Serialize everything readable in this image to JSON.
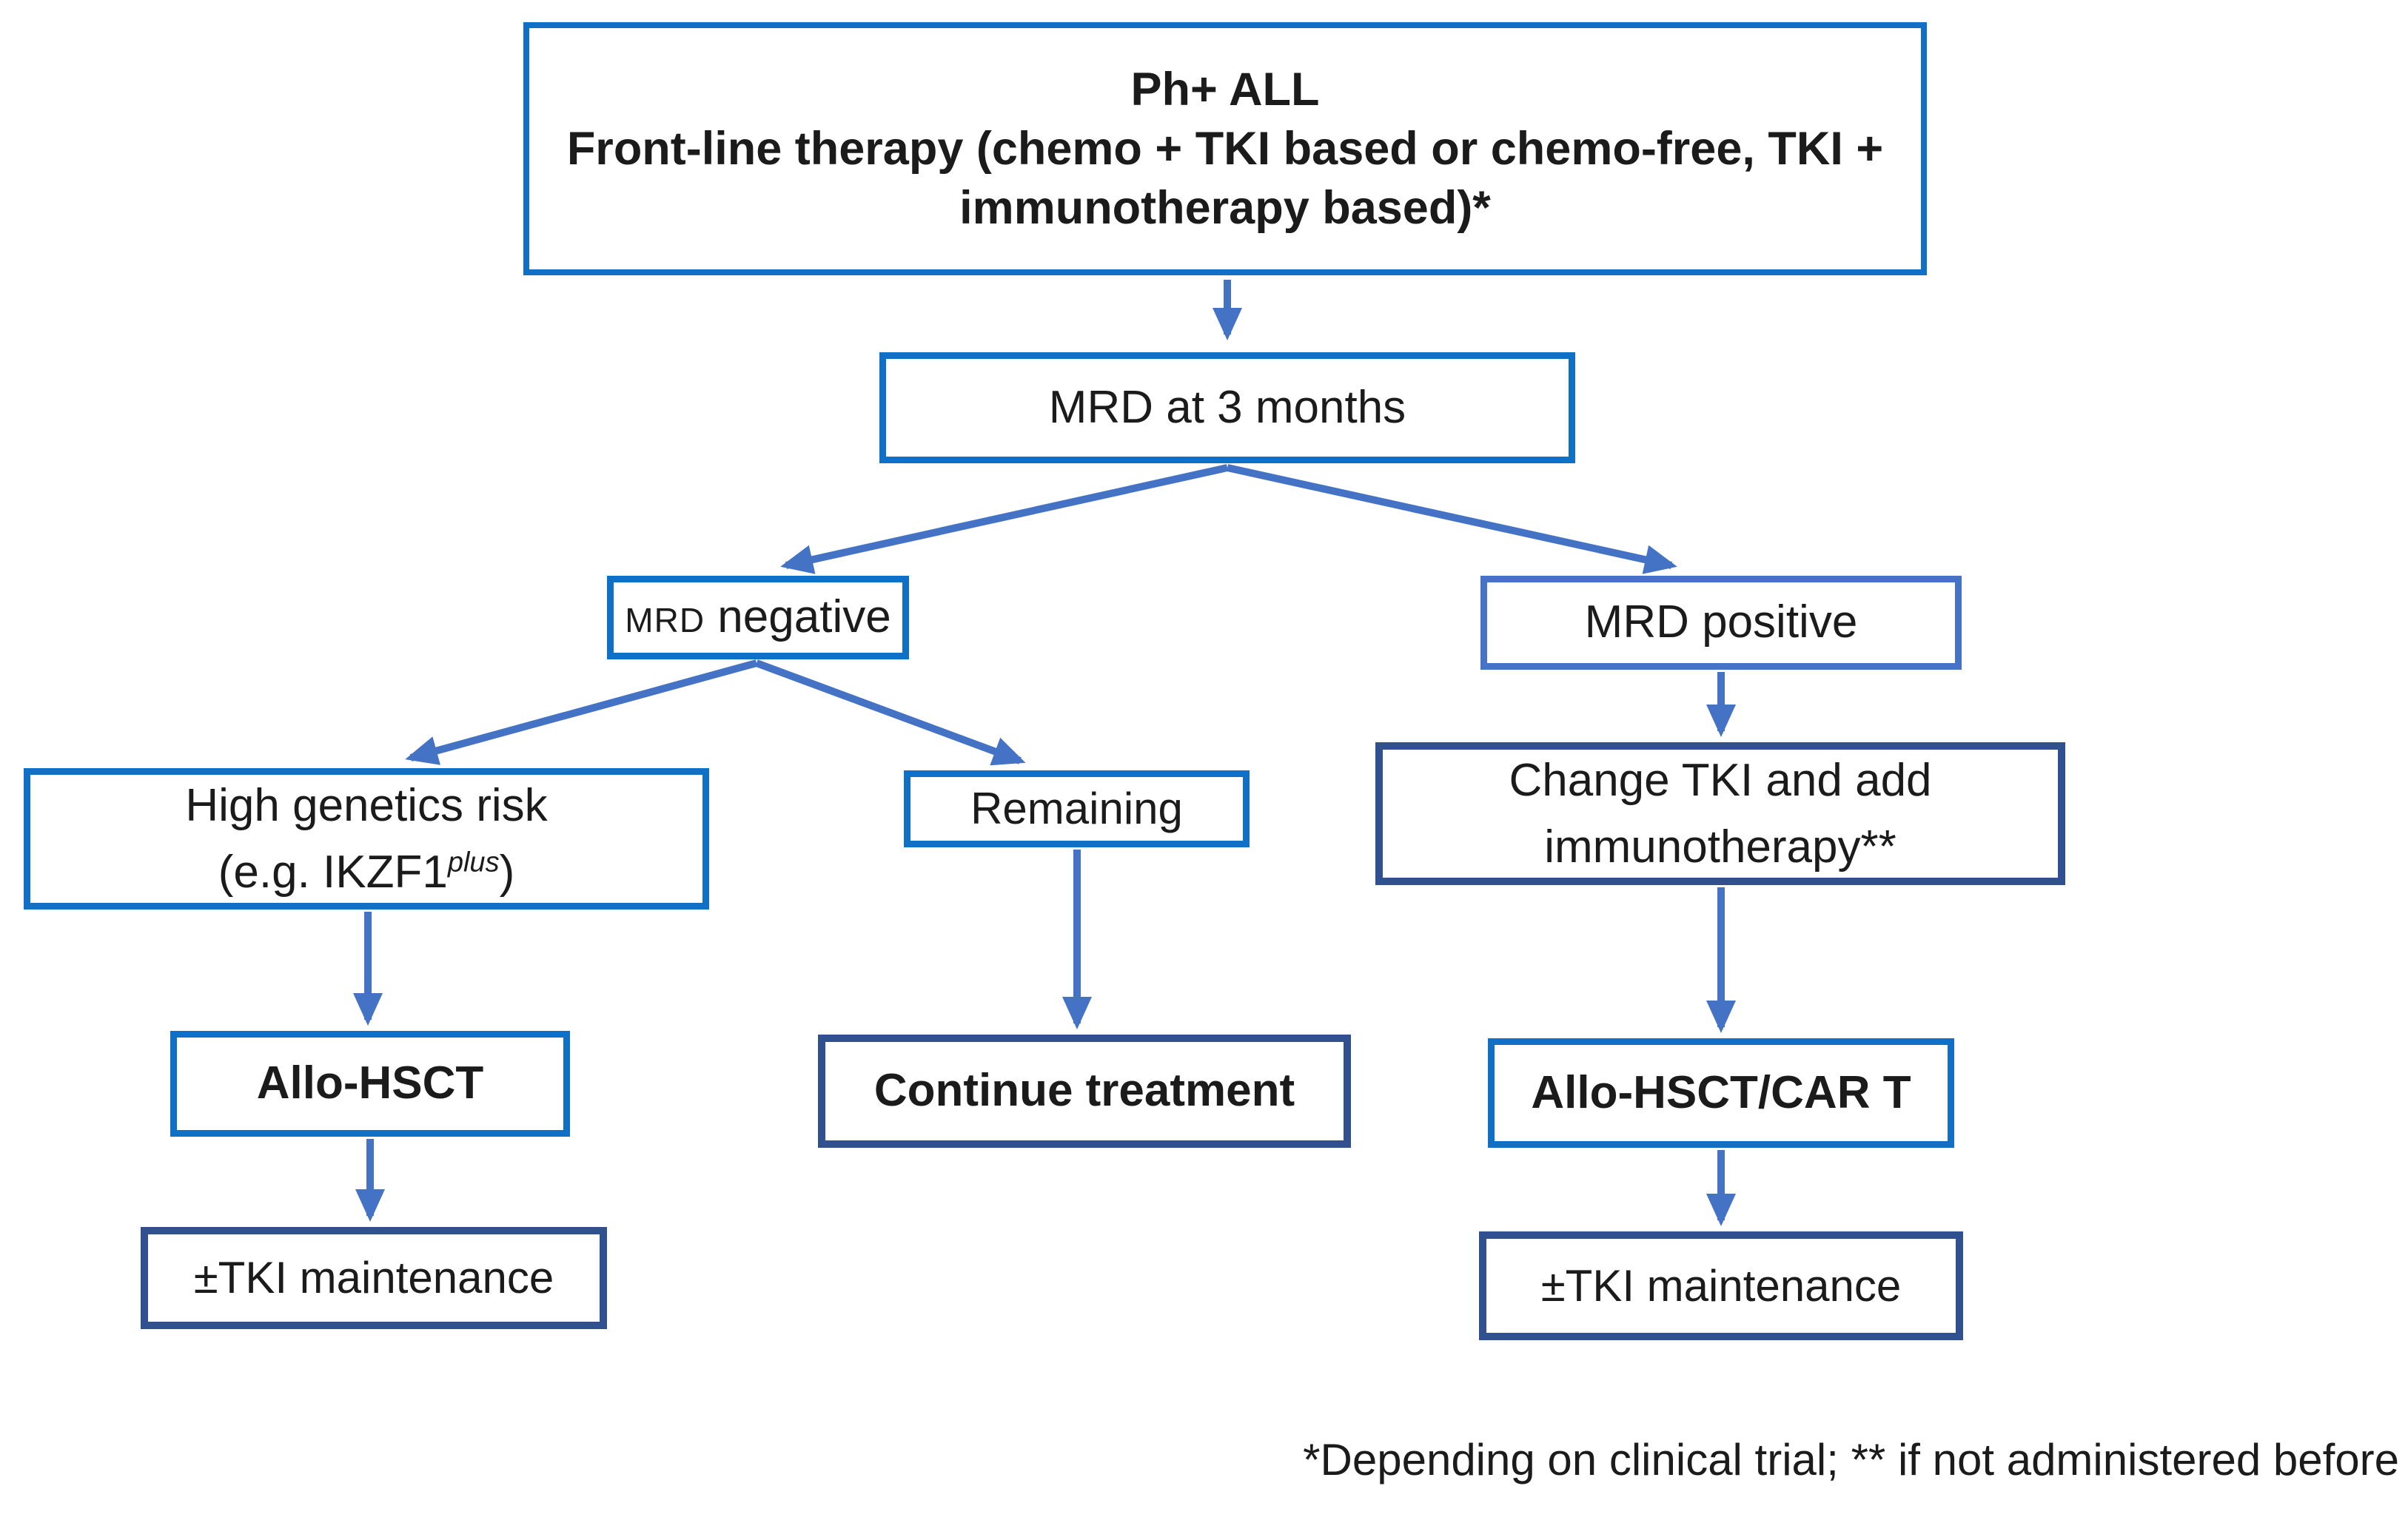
{
  "diagram": {
    "nodes": {
      "front_line": {
        "text": "Ph+ ALL\nFront-line therapy (chemo + TKI based or chemo-free, TKI +\nimmunotherapy based)*"
      },
      "mrd_3_months": {
        "text": "MRD at 3 months"
      },
      "mrd_negative": {
        "prefix": "MRD",
        "text": " negative"
      },
      "mrd_positive": {
        "text": "MRD positive"
      },
      "high_genetics_risk": {
        "line1": "High genetics risk",
        "line2_pre": "(e.g. IKZF1",
        "line2_sup": "plus",
        "line2_post": ")"
      },
      "remaining": {
        "text": "Remaining"
      },
      "change_tki": {
        "text": "Change TKI and add\nimmunotherapy**"
      },
      "allo_hsct": {
        "text": "Allo-HSCT"
      },
      "continue_treatment": {
        "text": "Continue treatment"
      },
      "allo_hsct_car_t": {
        "text": "Allo-HSCT/CAR T"
      },
      "tki_maintenance_left": {
        "text": "±TKI maintenance"
      },
      "tki_maintenance_right": {
        "text": "±TKI maintenance"
      }
    },
    "footnote": "*Depending on clinical trial; ** if not administered before",
    "colors": {
      "bright_blue_border": "#0F70C5",
      "navy_border": "#31508F",
      "medium_blue_border": "#4573C8",
      "arrow_blue": "#4472C4",
      "text": "#1B1B1B",
      "background": "#FFFFFF"
    }
  }
}
